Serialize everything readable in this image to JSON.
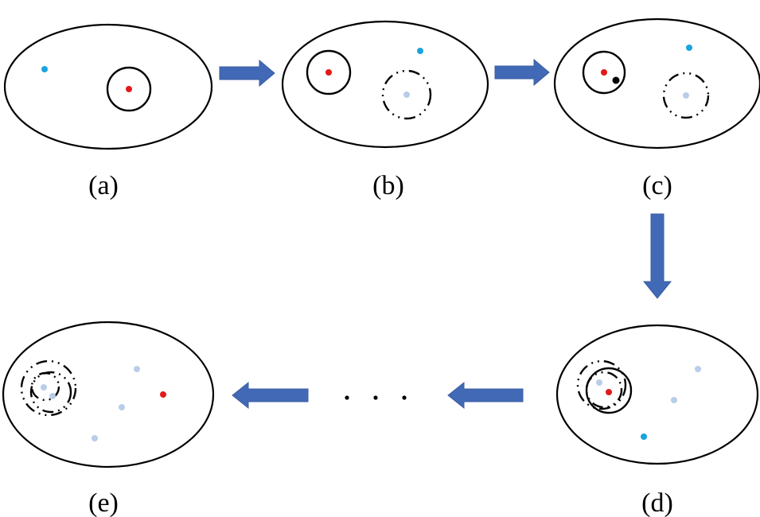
{
  "panels": [
    {
      "id": "a",
      "label": "(a)"
    },
    {
      "id": "b",
      "label": "(b)"
    },
    {
      "id": "c",
      "label": "(c)"
    },
    {
      "id": "d",
      "label": "(d)"
    },
    {
      "id": "e",
      "label": "(e)"
    }
  ],
  "colors": {
    "current_point": "#e11a1a",
    "candidate_point": "#1aa3e0",
    "visited_point": "#b9cde8",
    "new_point": "#000000",
    "arrow": "#4169b5",
    "outline": "#000000"
  },
  "flow": [
    "a",
    "b",
    "c",
    "d",
    "...",
    "e"
  ]
}
